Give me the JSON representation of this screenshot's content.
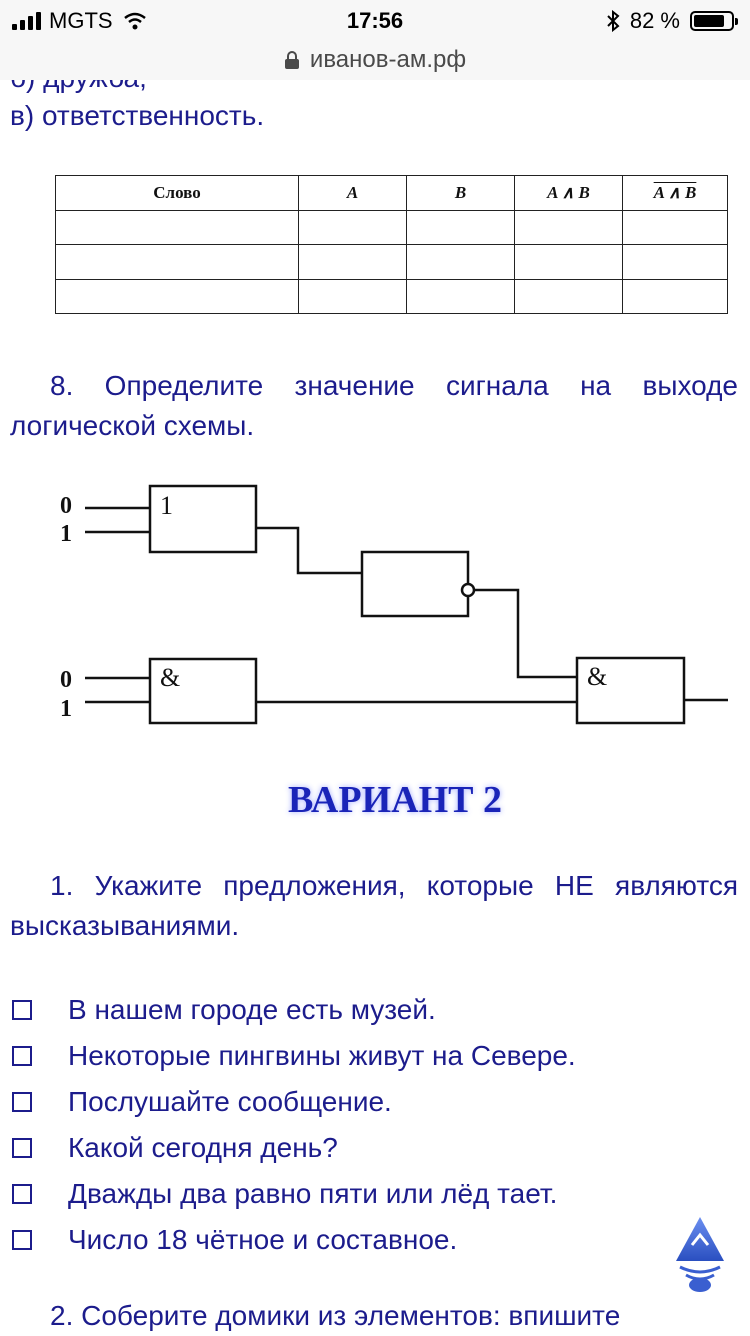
{
  "status_bar": {
    "carrier": "MGTS",
    "time": "17:56",
    "battery_text": "82 %",
    "battery_level": 0.82
  },
  "url_bar": {
    "domain": "иванов-ам.рф"
  },
  "page": {
    "cut_line": "б) дружба;",
    "line_v": "в) ответственность.",
    "truth_table": {
      "headers": [
        "Слово",
        "A",
        "B",
        "A ∧ B",
        "A ∧ B"
      ],
      "rows": [
        [
          "",
          "",
          "",
          "",
          ""
        ],
        [
          "",
          "",
          "",
          "",
          ""
        ],
        [
          "",
          "",
          "",
          "",
          ""
        ]
      ]
    },
    "task8": "8. Определите значение сигнала на выходе логической схемы.",
    "diagram": {
      "gate1_label": "1",
      "gate3_label": "&",
      "gate4_label": "&",
      "input1_a": "0",
      "input1_b": "1",
      "input2_a": "0",
      "input2_b": "1"
    },
    "variant_title": "ВАРИАНТ 2",
    "task1": "1. Укажите предложения, которые НЕ являются высказываниями.",
    "options": [
      "В нашем городе есть музей.",
      "Некоторые пингвины живут на Севере.",
      "Послушайте сообщение.",
      "Какой сегодня день?",
      "Дважды два равно пяти или лёд тает.",
      "Число 18 чётное и составное."
    ],
    "task2": "2. Соберите домики из элементов: впишите"
  },
  "colors": {
    "text_blue": "#1c1c8c",
    "variant_blue": "#1a24b8",
    "bar_bg": "#f7f7f7"
  }
}
